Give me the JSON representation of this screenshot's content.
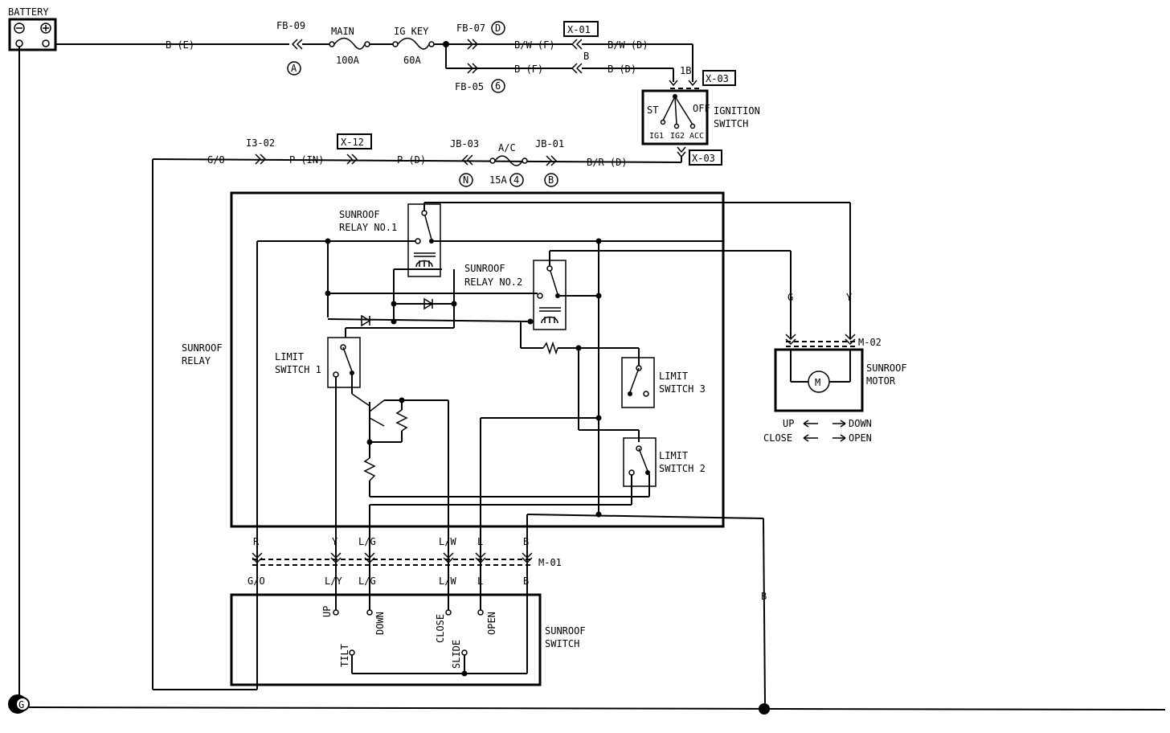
{
  "battery": {
    "label": "BATTERY",
    "neg": "⊖",
    "pos": "⊕"
  },
  "ground": {
    "symbol": "G"
  },
  "wires": {
    "be": "B (E)",
    "bwf": "B/W (F)",
    "bf": "B (F)",
    "bwd": "B/W (D)",
    "bd": "B (D)",
    "go_top": "G/O",
    "pin": "P (IN)",
    "pd": "P (D)",
    "brd": "B/R (D)",
    "g_motor": "G",
    "y_motor": "Y",
    "b_ground": "B"
  },
  "connectors": {
    "fb09": "FB-09",
    "fb07": "FB-07",
    "fb05": "FB-05",
    "x01": "X-01",
    "x01_pin": "B",
    "x03a": "X-03",
    "x03b": "X-03",
    "x03_pin": "1B",
    "i302": "I3-02",
    "x12": "X-12",
    "jb03": "JB-03",
    "jb01": "JB-01",
    "m01": "M-01",
    "m02": "M-02"
  },
  "circles": {
    "a": "A",
    "d": "D",
    "six": "6",
    "n": "N",
    "four": "4",
    "b": "B"
  },
  "fuses": {
    "main": "MAIN",
    "main_rating": "100A",
    "igkey": "IG KEY",
    "igkey_rating": "60A",
    "ac": "A/C",
    "ac_rating": "15A"
  },
  "ignition": {
    "line1": "IGNITION",
    "line2": "SWITCH",
    "st": "ST",
    "off": "OFF",
    "ig1": "IG1",
    "ig2": "IG2",
    "acc": "ACC"
  },
  "relay_unit": {
    "label1": "SUNROOF",
    "label2": "RELAY",
    "relay1_l1": "SUNROOF",
    "relay1_l2": "RELAY NO.1",
    "relay2_l1": "SUNROOF",
    "relay2_l2": "RELAY NO.2",
    "ls1_l1": "LIMIT",
    "ls1_l2": "SWITCH 1",
    "ls3_l1": "LIMIT",
    "ls3_l2": "SWITCH 3",
    "ls2_l1": "LIMIT",
    "ls2_l2": "SWITCH 2"
  },
  "relay_pins": [
    "R",
    "Y",
    "L/G",
    "L/W",
    "L",
    "B"
  ],
  "switch_pins": [
    "G/O",
    "L/Y",
    "L/G",
    "L/W",
    "L",
    "B"
  ],
  "sunroof_switch": {
    "label1": "SUNROOF",
    "label2": "SWITCH",
    "up": "UP",
    "down": "DOWN",
    "tilt": "TILT",
    "close": "CLOSE",
    "open": "OPEN",
    "slide": "SLIDE"
  },
  "motor": {
    "label1": "SUNROOF",
    "label2": "MOTOR",
    "symbol": "M",
    "up": "UP",
    "down": "DOWN",
    "close": "CLOSE",
    "open": "OPEN"
  }
}
